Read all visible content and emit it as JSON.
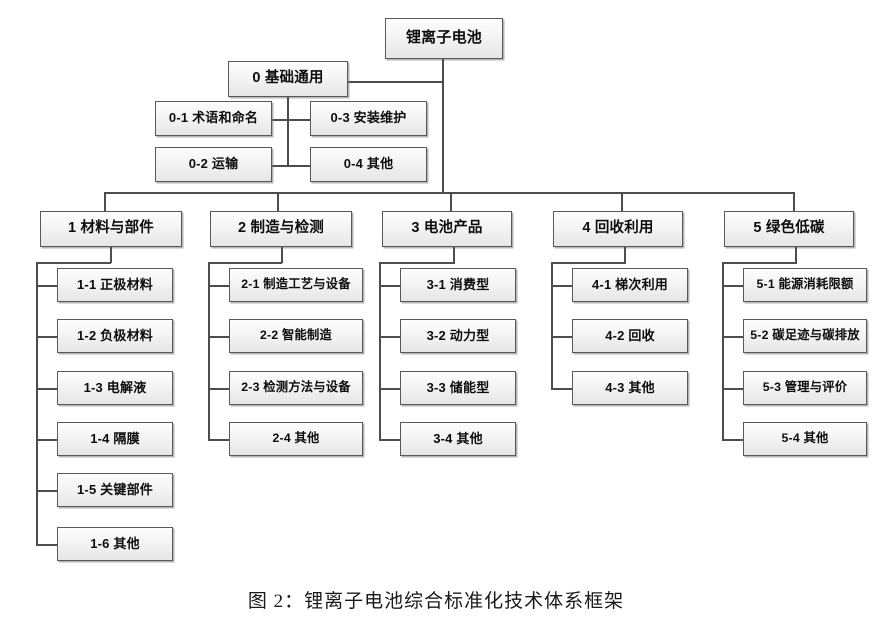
{
  "figure": {
    "caption": "图 2：锂离子电池综合标准化技术体系框架",
    "root": {
      "label": "锂离子电池"
    },
    "section0": {
      "label": "0 基础通用",
      "children": [
        {
          "label": "0-1 术语和命名"
        },
        {
          "label": "0-2 运输"
        },
        {
          "label": "0-3 安装维护"
        },
        {
          "label": "0-4 其他"
        }
      ]
    },
    "columns": [
      {
        "label": "1 材料与部件",
        "children": [
          {
            "label": "1-1 正极材料"
          },
          {
            "label": "1-2 负极材料"
          },
          {
            "label": "1-3 电解液"
          },
          {
            "label": "1-4 隔膜"
          },
          {
            "label": "1-5 关键部件"
          },
          {
            "label": "1-6 其他"
          }
        ]
      },
      {
        "label": "2 制造与检测",
        "children": [
          {
            "label": "2-1 制造工艺与设备"
          },
          {
            "label": "2-2 智能制造"
          },
          {
            "label": "2-3 检测方法与设备"
          },
          {
            "label": "2-4 其他"
          }
        ]
      },
      {
        "label": "3 电池产品",
        "children": [
          {
            "label": "3-1 消费型"
          },
          {
            "label": "3-2 动力型"
          },
          {
            "label": "3-3 储能型"
          },
          {
            "label": "3-4 其他"
          }
        ]
      },
      {
        "label": "4 回收利用",
        "children": [
          {
            "label": "4-1 梯次利用"
          },
          {
            "label": "4-2 回收"
          },
          {
            "label": "4-3 其他"
          }
        ]
      },
      {
        "label": "5 绿色低碳",
        "children": [
          {
            "label": "5-1 能源消耗限额"
          },
          {
            "label": "5-2 碳足迹与碳排放"
          },
          {
            "label": "5-3 管理与评价"
          },
          {
            "label": "5-4 其他"
          }
        ]
      }
    ],
    "colors": {
      "box_border": "#595959",
      "box_fill_top": "#fdfdfd",
      "box_fill_bottom": "#e6e6e6",
      "connector": "#4d4d4d",
      "text": "#0d0d0d",
      "background": "#ffffff"
    }
  }
}
